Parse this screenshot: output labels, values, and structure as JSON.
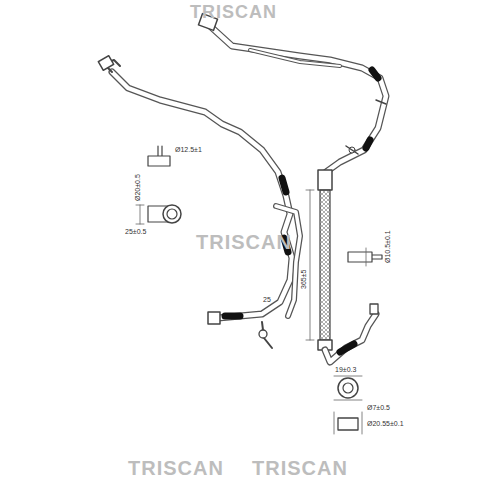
{
  "diagram": {
    "labels": [
      "TRISCAN",
      "Ø12.5±1",
      "Ø20±0.5",
      "25±0.5",
      "TRISCAN",
      "Ø10.5±0.1",
      "365±5",
      "25",
      "19±0.3",
      "Ø7±0.5",
      "Ø20.55±0.1",
      "TRISCAN",
      "TRISCAN"
    ]
  }
}
